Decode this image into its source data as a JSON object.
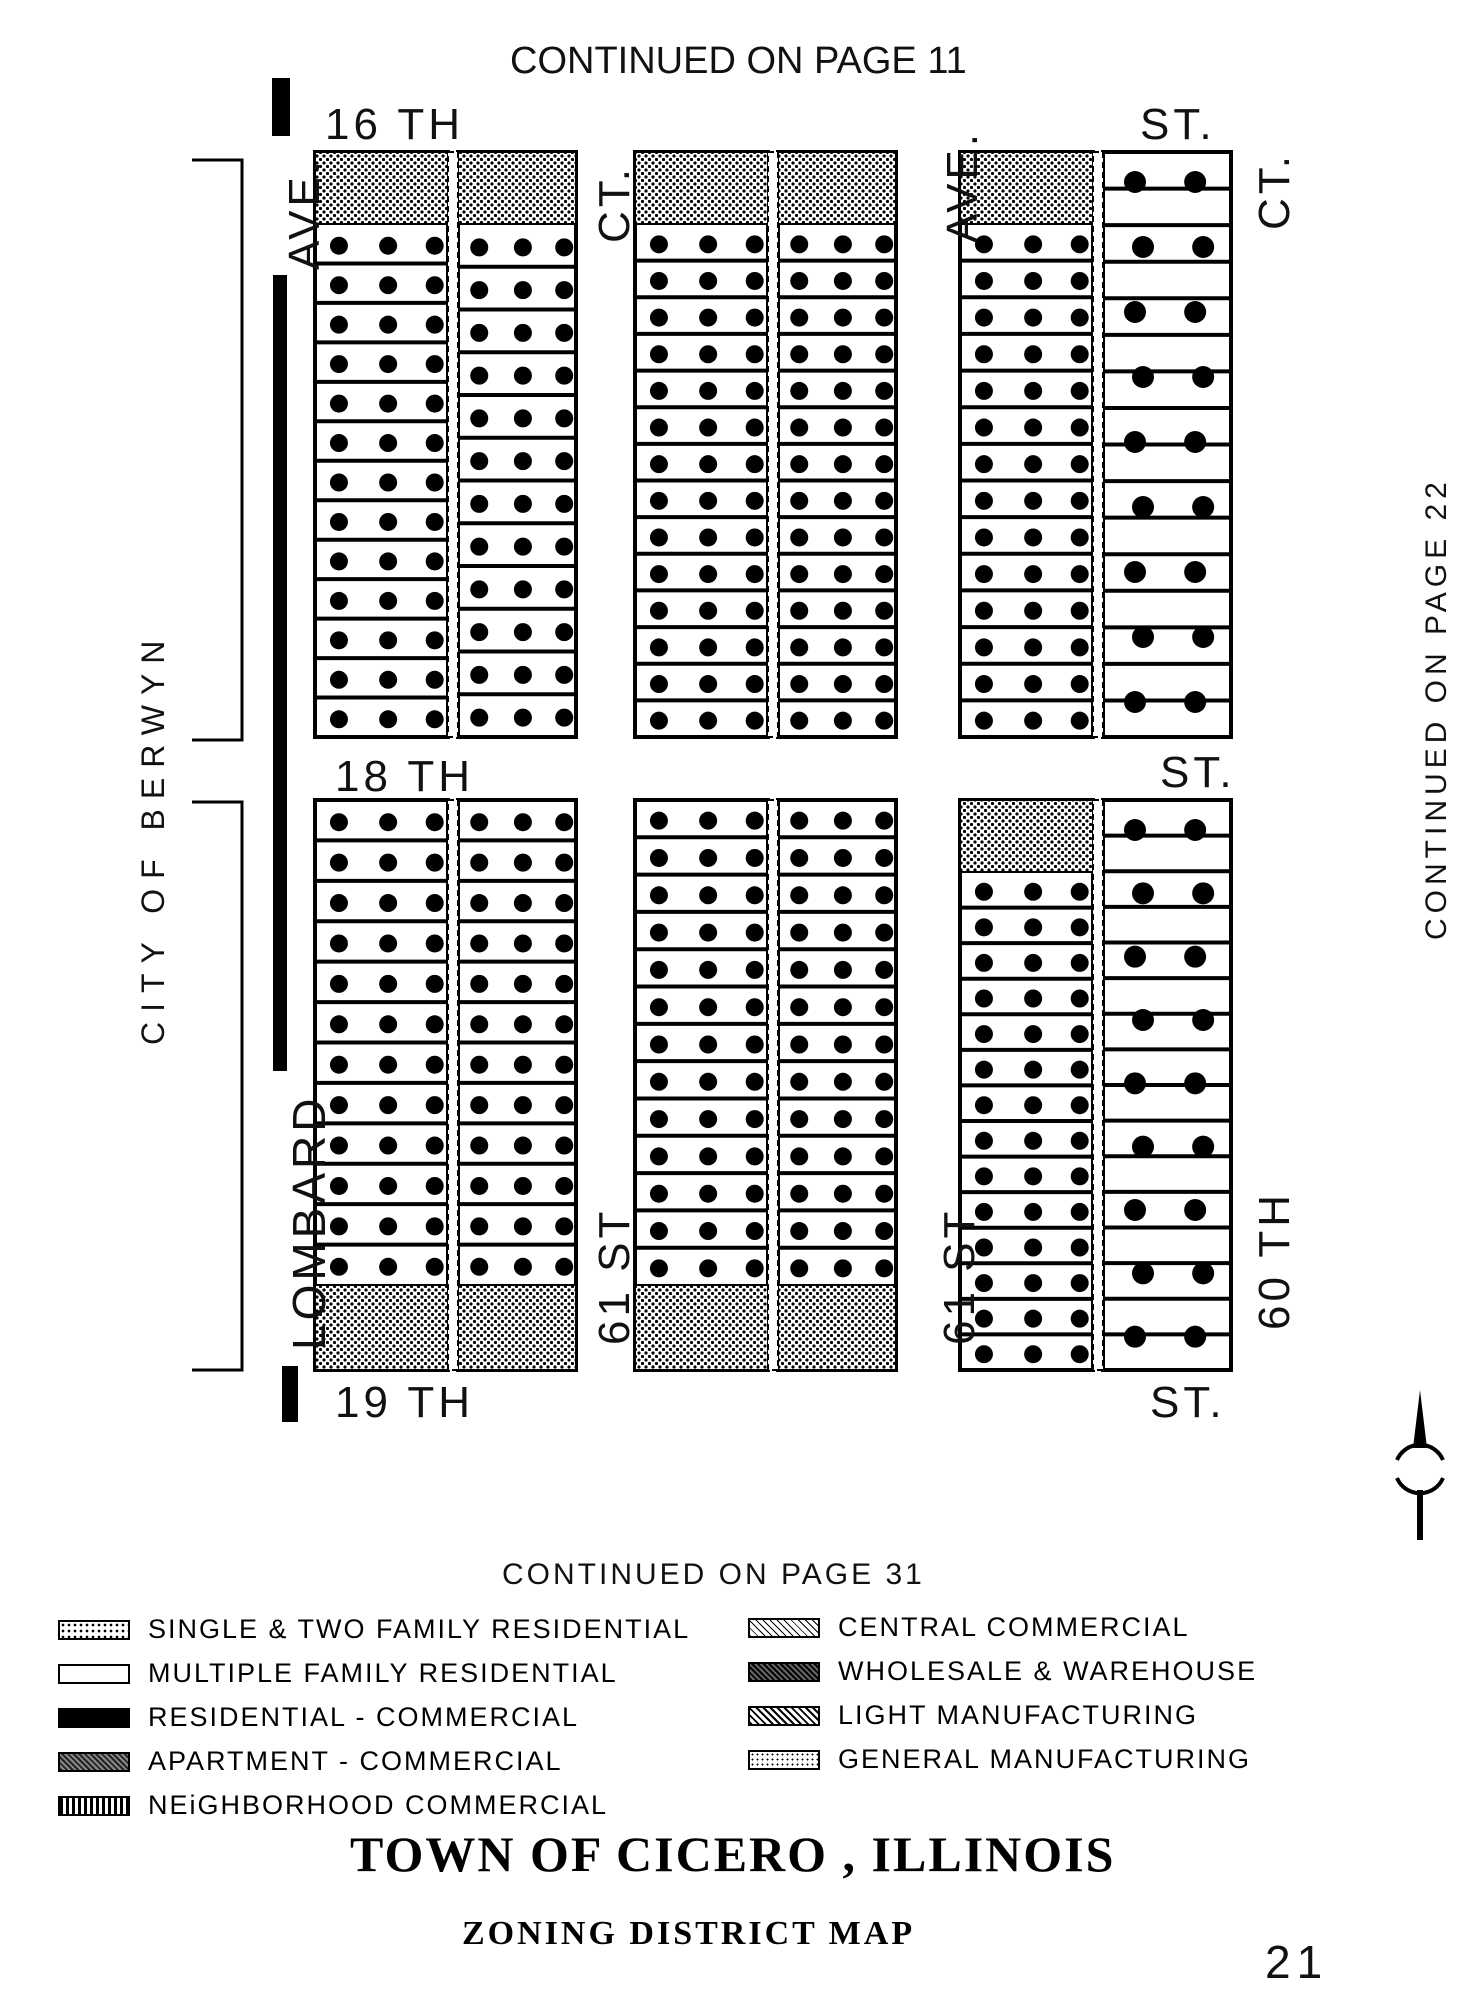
{
  "continued": {
    "top": "CONTINUED ON PAGE  11",
    "right": "CONTINUED  ON  PAGE  22",
    "bottom": "CONTINUED  ON  PAGE  31"
  },
  "streets": {
    "top_left": "16 TH",
    "top_right": "ST.",
    "mid_left": "18 TH",
    "mid_right": "ST.",
    "bottom_left": "19 TH",
    "bottom_right": "ST.",
    "ave_left": "AVE.",
    "ave_mid": "AVE.",
    "ct_left": "CT.",
    "ct_right": "CT.",
    "lombard": "LOMBARD",
    "st61_left": "61 ST",
    "st61_mid": "61 ST",
    "th60": "60 TH"
  },
  "city_label": "CITY   OF   BERWYN",
  "legend": {
    "left": [
      {
        "label": "SINGLE  &  TWO  FAMILY  RESIDENTIAL",
        "swatch": "dots-fine"
      },
      {
        "label": "MULTIPLE  FAMILY  RESIDENTIAL",
        "swatch": "blank"
      },
      {
        "label": "RESIDENTIAL  -  COMMERCIAL",
        "swatch": "solid"
      },
      {
        "label": "APARTMENT  -  COMMERCIAL",
        "swatch": "dense-hatch"
      },
      {
        "label": "NEiGHBORHOOD   COMMERCIAL",
        "swatch": "brick"
      }
    ],
    "right": [
      {
        "label": "CENTRAL  COMMERCIAL",
        "swatch": "diag-light"
      },
      {
        "label": "WHOLESALE  &  WAREHOUSE",
        "swatch": "diag-dark"
      },
      {
        "label": "LIGHT  MANUFACTURING",
        "swatch": "diag-medium"
      },
      {
        "label": "GENERAL  MANUFACTURING",
        "swatch": "dots-light"
      }
    ]
  },
  "title": "TOWN  OF  CICERO , ILLINOIS",
  "subtitle": "ZONING  DISTRICT  MAP",
  "page_number": "21",
  "colors": {
    "ink": "#000000",
    "paper": "#ffffff"
  },
  "map": {
    "blocks": [
      {
        "id": "block-a1",
        "half_blocks": [
          {
            "top_zone": "single-two-family",
            "lots": 15,
            "big_dots": false
          },
          {
            "top_zone": "single-two-family",
            "lots": 14,
            "big_dots": false
          }
        ]
      },
      {
        "id": "block-b1",
        "half_blocks": [
          {
            "top_zone": "single-two-family",
            "lots": 16,
            "big_dots": false
          },
          {
            "top_zone": "single-two-family",
            "lots": 16,
            "big_dots": false
          }
        ]
      },
      {
        "id": "block-c1",
        "half_blocks": [
          {
            "top_zone": "single-two-family",
            "lots": 16,
            "big_dots": false
          },
          {
            "top_zone": "none",
            "lots": 16,
            "big_dots": true
          }
        ]
      },
      {
        "id": "block-a2",
        "half_blocks": [
          {
            "bottom_zone": "single-two-family",
            "lots": 14,
            "big_dots": false
          },
          {
            "bottom_zone": "single-two-family",
            "lots": 14,
            "big_dots": false
          }
        ]
      },
      {
        "id": "block-b2",
        "half_blocks": [
          {
            "bottom_zone": "single-two-family",
            "lots": 15,
            "big_dots": false
          },
          {
            "bottom_zone": "single-two-family",
            "lots": 15,
            "big_dots": false
          }
        ]
      },
      {
        "id": "block-c2",
        "half_blocks": [
          {
            "top_zone": "single-two-family",
            "lots": 16,
            "big_dots": false
          },
          {
            "bottom_zone": "none",
            "lots": 16,
            "big_dots": true
          }
        ]
      }
    ],
    "compass": "north-arrow"
  }
}
